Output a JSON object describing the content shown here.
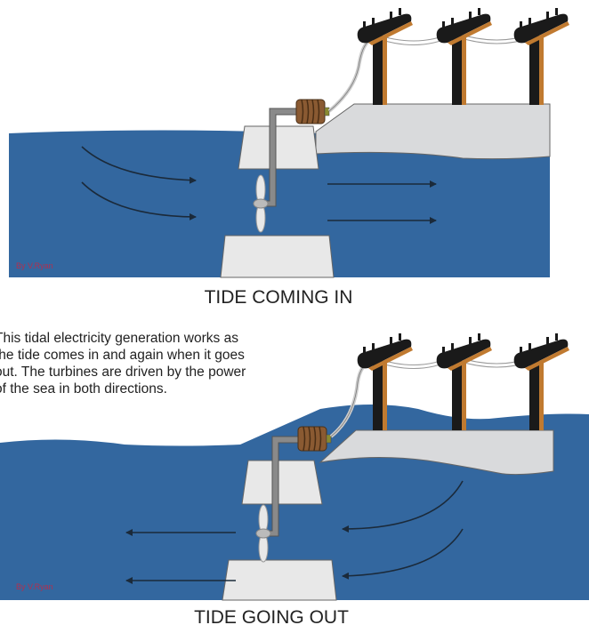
{
  "top_diagram": {
    "caption": "TIDE COMING IN",
    "credit": "By V.Ryan"
  },
  "bottom_diagram": {
    "caption": "TIDE GOING OUT",
    "credit": "By V.Ryan"
  },
  "description": {
    "lines": [
      "This tidal electricity generation works as",
      "the tide comes in and again when it goes",
      "out. The turbines are driven by the power",
      "of the sea in both directions."
    ]
  },
  "colors": {
    "water": "#33679f",
    "land": "#d9dadc",
    "platform": "#e8e8e8",
    "pole": "#1a1a1a",
    "pole_edge": "#c07a30",
    "generator": "#8a5a32",
    "credit": "#b03050"
  }
}
